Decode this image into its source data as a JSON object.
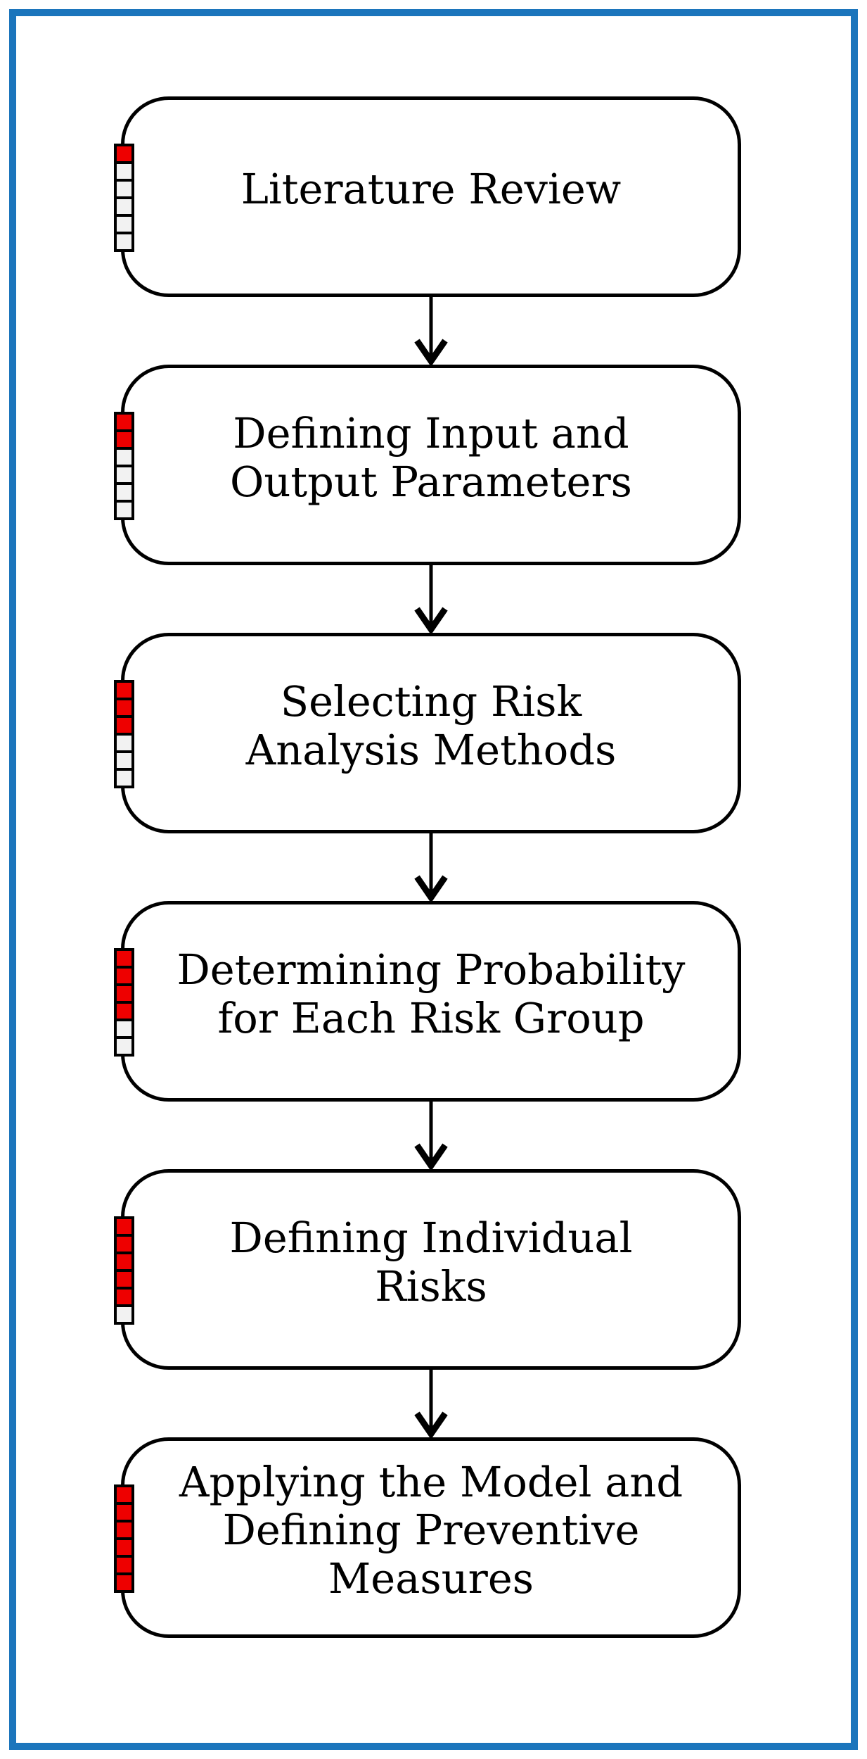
{
  "figure_type": "flowchart",
  "colors": {
    "frame_blue": "#1B75BC",
    "box_fill": "#FFFFFF",
    "box_border": "#000000",
    "text": "#000000",
    "segment_filled_red": "#EE0000",
    "segment_empty": "#F2F2F2"
  },
  "connector": {
    "icon": "arrow-down-icon",
    "count": 5,
    "direction": "down"
  },
  "steps": [
    {
      "label": "Literature Review",
      "lines": [
        "Literature Review"
      ],
      "progress": {
        "filled": 1,
        "total": 6
      }
    },
    {
      "label": "Defining Input and Output Parameters",
      "lines": [
        "Defining Input and",
        "Output Parameters"
      ],
      "progress": {
        "filled": 2,
        "total": 6
      }
    },
    {
      "label": "Selecting Risk Analysis Methods",
      "lines": [
        "Selecting Risk",
        "Analysis Methods"
      ],
      "progress": {
        "filled": 3,
        "total": 6
      }
    },
    {
      "label": "Determining Probability for Each Risk Group",
      "lines": [
        "Determining Probability",
        "for Each Risk Group"
      ],
      "progress": {
        "filled": 4,
        "total": 6
      }
    },
    {
      "label": "Defining Individual Risks",
      "lines": [
        "Defining Individual",
        "Risks"
      ],
      "progress": {
        "filled": 5,
        "total": 6
      }
    },
    {
      "label": "Applying the Model and Defining Preventive Measures",
      "lines": [
        "Applying the Model and",
        "Defining Preventive",
        "Measures"
      ],
      "progress": {
        "filled": 6,
        "total": 6
      }
    }
  ]
}
